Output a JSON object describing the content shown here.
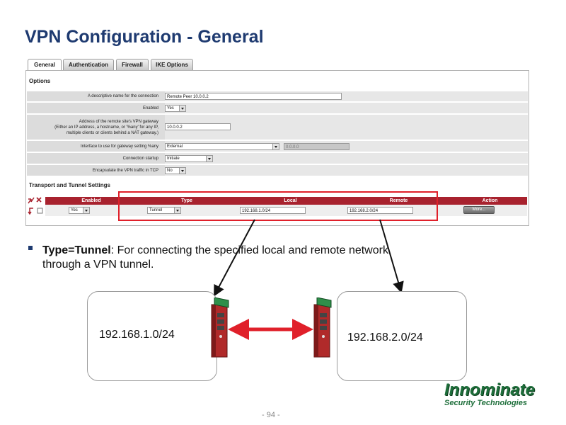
{
  "slide": {
    "title": "VPN Configuration - General",
    "page_number": "- 94 -"
  },
  "tabs": [
    {
      "label": "General",
      "active": true
    },
    {
      "label": "Authentication",
      "active": false
    },
    {
      "label": "Firewall",
      "active": false
    },
    {
      "label": "IKE Options",
      "active": false
    }
  ],
  "options": {
    "title": "Options",
    "connection_name": {
      "label": "A descriptive name for the connection",
      "value": "Remote Peer 10.0.0.2"
    },
    "enabled": {
      "label": "Enabled",
      "value": "Yes"
    },
    "gateway": {
      "label_line1": "Address of the remote site's VPN gateway",
      "label_line2": "(Either an IP address, a hostname, or '%any' for any IP,",
      "label_line3": "multiple clients or clients behind a NAT gateway.)",
      "value": "10.0.0.2"
    },
    "interface": {
      "label": "Interface to use for gateway setting %any",
      "value": "External",
      "ip_value": "0.0.0.0"
    },
    "startup": {
      "label": "Connection startup",
      "value": "Initiate"
    },
    "encapsulate": {
      "label": "Encapsulate the VPN traffic in TCP",
      "value": "No"
    }
  },
  "transport": {
    "title": "Transport and Tunnel Settings",
    "headers": {
      "enabled": "Enabled",
      "type": "Type",
      "local": "Local",
      "remote": "Remote",
      "action": "Action"
    },
    "row": {
      "enabled": "Yes",
      "type": "Tunnel",
      "local": "192.168.1.0/24",
      "remote": "192.168.2.0/24",
      "action": "More..."
    }
  },
  "bullet": {
    "keyword": "Type=Tunnel",
    "text_line1": ": For connecting   the specified local and  remote network",
    "text_line2": "through a VPN tunnel."
  },
  "diagram": {
    "left_network": "192.168.1.0/24",
    "right_network": "192.168.2.0/24"
  },
  "logo": {
    "name": "Innominate",
    "tagline": "Security Technologies"
  },
  "colors": {
    "title": "#1e3a70",
    "table_header": "#a8222e",
    "highlight": "#e0202a",
    "logo": "#1d6e3a"
  }
}
